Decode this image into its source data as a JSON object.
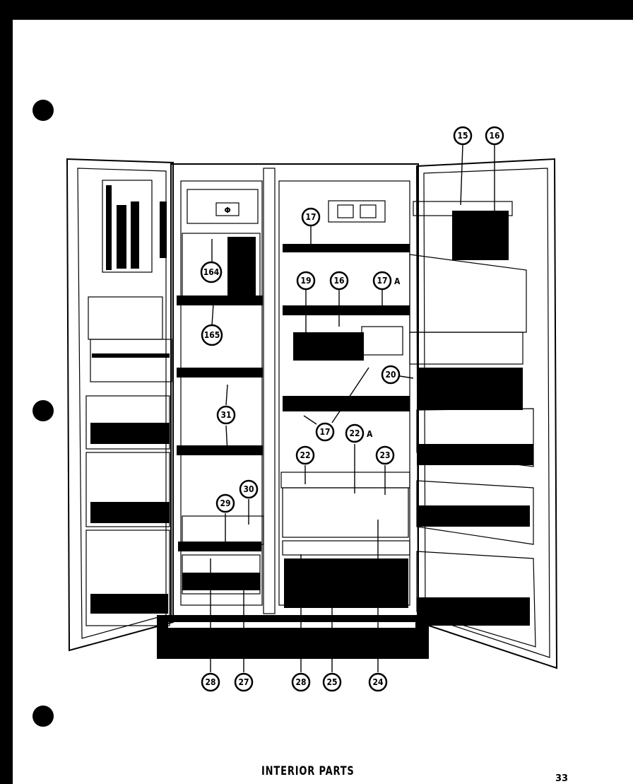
{
  "caption": "INTERIOR PARTS",
  "page_number": "33",
  "callouts": [
    {
      "id": "15",
      "label": "15"
    },
    {
      "id": "16a",
      "label": "16"
    },
    {
      "id": "17a",
      "label": "17"
    },
    {
      "id": "164",
      "label": "164"
    },
    {
      "id": "19",
      "label": "19"
    },
    {
      "id": "16b",
      "label": "16"
    },
    {
      "id": "17A",
      "label": "17",
      "suffix": "A"
    },
    {
      "id": "165",
      "label": "165"
    },
    {
      "id": "20",
      "label": "20"
    },
    {
      "id": "31",
      "label": "31"
    },
    {
      "id": "17b",
      "label": "17"
    },
    {
      "id": "22A",
      "label": "22",
      "suffix": "A"
    },
    {
      "id": "22",
      "label": "22"
    },
    {
      "id": "23",
      "label": "23"
    },
    {
      "id": "30",
      "label": "30"
    },
    {
      "id": "29",
      "label": "29"
    },
    {
      "id": "28a",
      "label": "28"
    },
    {
      "id": "27",
      "label": "27"
    },
    {
      "id": "28b",
      "label": "28"
    },
    {
      "id": "25",
      "label": "25"
    },
    {
      "id": "24",
      "label": "24"
    }
  ]
}
